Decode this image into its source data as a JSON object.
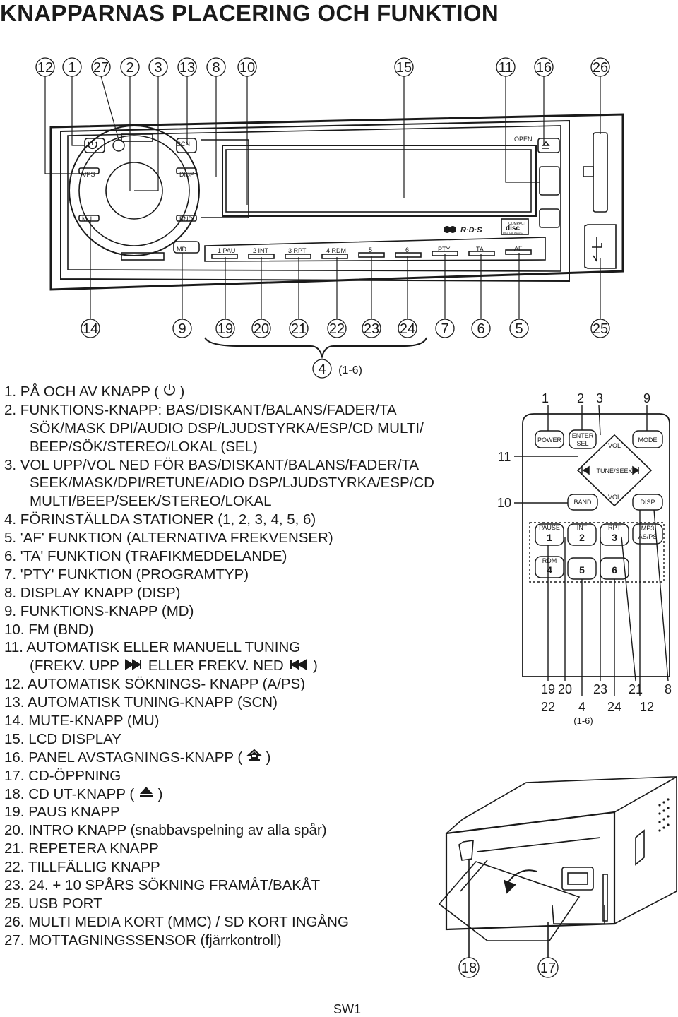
{
  "title": "KNAPPARNAS PLACERING OCH FUNKTION",
  "callouts_top": [
    "12",
    "1",
    "27",
    "2",
    "3",
    "13",
    "8",
    "10",
    "15",
    "11",
    "16",
    "26"
  ],
  "callouts_bottom": [
    "14",
    "9",
    "19",
    "20",
    "21",
    "22",
    "23",
    "24",
    "7",
    "6",
    "5",
    "25"
  ],
  "callout_group": {
    "num": "4",
    "range": "(1-6)"
  },
  "panel_labels": {
    "scn": "SCN",
    "disp": "DISP",
    "aps": "A/PS",
    "mu": "MU",
    "bnd": "BND",
    "md": "MD",
    "open": "OPEN",
    "rds": "R·D·S",
    "compact": "COMPACT",
    "disc": "disc",
    "digital_audio": "DIGITAL AUDIO",
    "presets": [
      "1 PAU",
      "2 INT",
      "3 RPT",
      "4 RDM",
      "5",
      "6",
      "PTY",
      "TA",
      "AF"
    ]
  },
  "remote": {
    "callouts_top": [
      "1",
      "2",
      "3",
      "9"
    ],
    "callouts_left": [
      "11",
      "10"
    ],
    "callouts_bottom_row1": [
      "19",
      "20",
      "23",
      "21",
      "8"
    ],
    "callouts_bottom_row2": [
      "22",
      "4",
      "24",
      "12"
    ],
    "callout_range": "(1-6)",
    "buttons": {
      "power": "POWER",
      "enter": "ENTER",
      "sel": "SEL",
      "mode": "MODE",
      "vol": "VOL",
      "tune_seek": "TUNE/SEEK",
      "band": "BAND",
      "disp": "DISP",
      "pause": "PAUSE",
      "int": "INT",
      "rpt": "RPT",
      "mp3": "MP3",
      "as_ps": "AS/PS",
      "rdm": "RDM",
      "n1": "1",
      "n2": "2",
      "n3": "3",
      "n4": "4",
      "n5": "5",
      "n6": "6"
    }
  },
  "cd_callouts": [
    "18",
    "17"
  ],
  "list": [
    {
      "pre": "1.  PÅ OCH AV KNAPP ( ",
      "icon": "power-icon",
      "post": " )"
    },
    {
      "text": "2.  FUNKTIONS-KNAPP: BAS/DISKANT/BALANS/FADER/TA"
    },
    {
      "text": "SÖK/MASK DPI/AUDIO DSP/LJUDSTYRKA/ESP/CD MULTI/",
      "indent": true
    },
    {
      "text": "BEEP/SÖK/STEREO/LOKAL (SEL)",
      "indent": true
    },
    {
      "text": "3.  VOL UPP/VOL NED FÖR BAS/DISKANT/BALANS/FADER/TA"
    },
    {
      "text": "SEEK/MASK/DPI/RETUNE/ADIO DSP/LJUDSTYRKA/ESP/CD",
      "indent": true
    },
    {
      "text": "MULTI/BEEP/SEEK/STEREO/LOKAL",
      "indent": true
    },
    {
      "text": "4.  FÖRINSTÄLLDA STATIONER (1, 2, 3, 4, 5, 6)"
    },
    {
      "text": "5.  'AF' FUNKTION (ALTERNATIVA FREKVENSER)"
    },
    {
      "text": "6.  'TA' FUNKTION (TRAFIKMEDDELANDE)"
    },
    {
      "text": "7.  'PTY' FUNKTION (PROGRAMTYP)"
    },
    {
      "text": "8.  DISPLAY KNAPP (DISP)"
    },
    {
      "text": "9.  FUNKTIONS-KNAPP (MD)"
    },
    {
      "text": "10. FM (BND)"
    },
    {
      "text": "11. AUTOMATISK ELLER MANUELL TUNING"
    },
    {
      "pre": "(FREKV. UPP ",
      "icon": "next-track-icon",
      "mid": " ELLER FREKV. NED ",
      "icon2": "prev-track-icon",
      "post": " )",
      "indent": true
    },
    {
      "text": "12. AUTOMATISK SÖKNINGS- KNAPP (A/PS)"
    },
    {
      "text": "13. AUTOMATISK TUNING-KNAPP (SCN)"
    },
    {
      "text": "14. MUTE-KNAPP (MU)"
    },
    {
      "text": "15. LCD DISPLAY"
    },
    {
      "pre": "16. PANEL AVSTAGNINGS-KNAPP ( ",
      "icon": "panel-release-icon",
      "post": " )"
    },
    {
      "text": "17. CD-ÖPPNING"
    },
    {
      "pre": "18. CD UT-KNAPP ( ",
      "icon": "eject-icon",
      "post": " )"
    },
    {
      "text": "19. PAUS KNAPP"
    },
    {
      "text": "20. INTRO KNAPP (snabbavspelning av alla spår)"
    },
    {
      "text": "21. REPETERA KNAPP"
    },
    {
      "text": "22. TILLFÄLLIG KNAPP"
    },
    {
      "text": "23. 24. + 10 SPÅRS SÖKNING FRAMÅT/BAKÅT"
    },
    {
      "text": "25. USB PORT"
    },
    {
      "text": "26. MULTI MEDIA KORT (MMC) / SD KORT INGÅNG"
    },
    {
      "text": "27. MOTTAGNINGSSENSOR (fjärrkontroll)"
    }
  ],
  "footer": "SW1"
}
